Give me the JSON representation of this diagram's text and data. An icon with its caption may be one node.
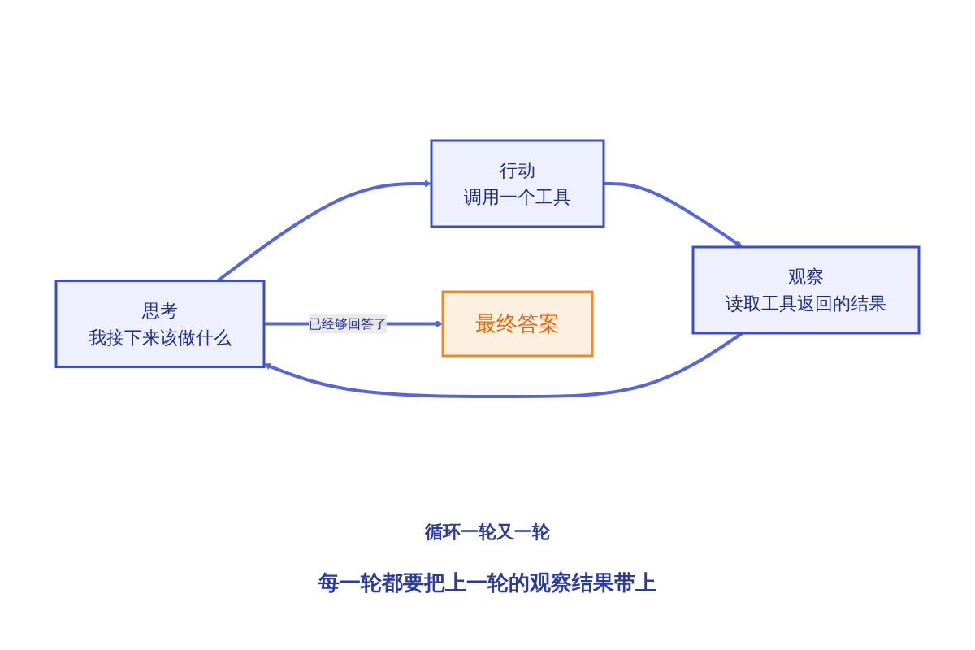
{
  "diagram": {
    "caption": "每一轮都要把上一轮的观察结果带上",
    "nodes": [
      {
        "text": [
          "思考",
          "我接下来该做什么"
        ]
      },
      {
        "text": [
          "行动",
          "调用一个工具"
        ]
      },
      {
        "text": [
          "观察",
          "读取工具返回的结果"
        ]
      },
      {
        "text": [
          "最终答案"
        ]
      }
    ],
    "edges": [
      {
        "from": 0,
        "to": 3,
        "arrow": "to",
        "label": "已经够回答了"
      },
      {
        "from": 0,
        "to": 1,
        "arrow": "to"
      },
      {
        "from": 1,
        "to": 2,
        "arrow": "to"
      },
      {
        "from": 2,
        "to": 0,
        "arrow": "to"
      }
    ],
    "labels": [
      "循环一轮又一轮"
    ]
  }
}
